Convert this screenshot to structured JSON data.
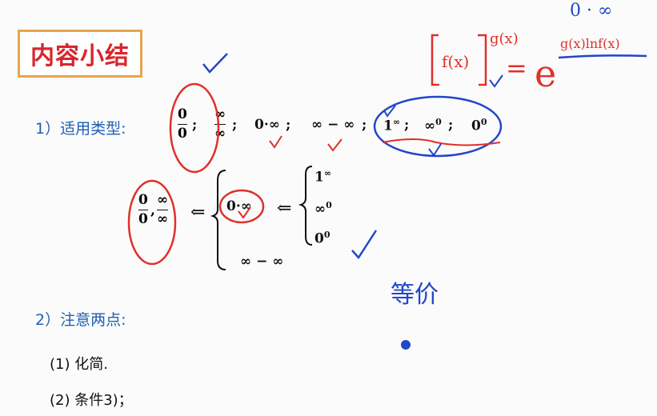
{
  "header": {
    "title": "内容小结"
  },
  "section1": {
    "label": "1）适用类型:",
    "types": {
      "zero_over_zero": {
        "num": "0",
        "den": "0"
      },
      "inf_over_inf": {
        "num": "∞",
        "den": "∞"
      },
      "zero_times_inf": "0·∞",
      "inf_minus_inf": "∞ − ∞",
      "one_pow_inf": {
        "base": "1",
        "exp": "∞"
      },
      "inf_pow_zero": {
        "base": "∞",
        "exp": "0"
      },
      "zero_pow_zero": {
        "base": "0",
        "exp": "0"
      },
      "semicolon": ";"
    }
  },
  "conversion": {
    "left_frac_a": {
      "num": "0",
      "den": "0"
    },
    "left_frac_b": {
      "num": "∞",
      "den": "∞"
    },
    "comma": ",",
    "arrow": "⇐",
    "middle_top": "0·∞",
    "middle_bottom": "∞ − ∞",
    "right_items": [
      {
        "base": "1",
        "exp": "∞"
      },
      {
        "base": "∞",
        "exp": "0"
      },
      {
        "base": "0",
        "exp": "0"
      }
    ]
  },
  "section2": {
    "label": "2）注意两点:",
    "items": [
      "(1)  化简.",
      "(2)  条件3)；"
    ]
  },
  "annotations": {
    "f_of_x": "f(x)",
    "g_of_x": "g(x)",
    "equals": "=",
    "e": "e",
    "exponent": "g(x)lnf(x)",
    "zero_times_inf": "0 · ∞",
    "handwritten_note": "等价",
    "red_color": "#e0302a",
    "blue_color": "#2146c9"
  }
}
